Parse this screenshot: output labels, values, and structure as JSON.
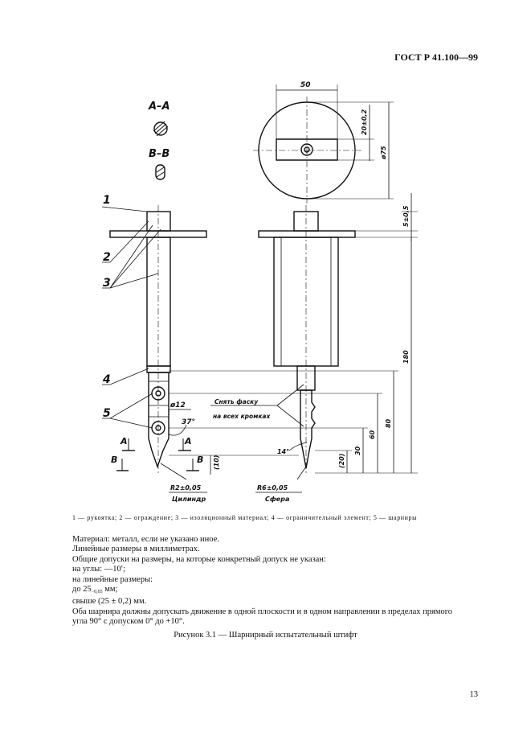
{
  "header": {
    "standard": "ГОСТ Р 41.100—99"
  },
  "drawing": {
    "section_aa": "A–A",
    "section_bb": "B–B",
    "dim_50": "50",
    "dim_20": "20±0,2",
    "dim_75": "ø75",
    "dim_5": "5±0,5",
    "dim_180": "180",
    "dim_80": "80",
    "dim_60": "60",
    "dim_30": "30",
    "dim_20p": "(20)",
    "dim_10": "(10)",
    "dim_12": "ø12",
    "angle_37": "37°",
    "angle_14": "14°",
    "chamfer_1": "Снять фаску",
    "chamfer_2": "на всех кромках",
    "r2": "R2±0,05",
    "cyl": "Цилиндр",
    "r6": "R6±0,05",
    "sph": "Сфера",
    "num_1": "1",
    "num_2": "2",
    "num_3": "3",
    "num_4": "4",
    "num_5": "5",
    "sec_a": "A",
    "sec_b": "B"
  },
  "legend": "1 — рукоятка; 2 — ограждение; 3 — изоляционный материал; 4 — ограничительный элемент; 5 — шарниры",
  "notes": {
    "l1": "Материал: металл, если не указано иное.",
    "l2": "Линейные размеры в миллиметрах.",
    "l3": "Общие допуски на размеры, на которые конкретный допуск не указан:",
    "l4": "на углы: —10′;",
    "l5": "на линейные размеры:",
    "l6a": "до 25",
    "l6sub": "−0,05",
    "l6b": " мм;",
    "l7": "свыше (25 ± 0,2) мм.",
    "l8": "Оба шарнира должны допускать движение в одной плоскости и в одном направлении в пределах прямого",
    "l9": "угла 90° с допуском 0° до +10°."
  },
  "caption": "Рисунок 3.1 — Шарнирный испытательный штифт",
  "page_number": "13"
}
